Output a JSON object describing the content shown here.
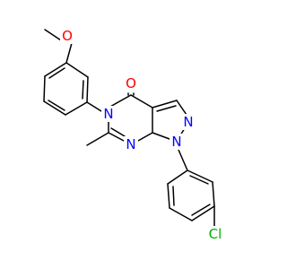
{
  "molecule": {
    "atoms": [
      {
        "id": "methoxy-oxygen",
        "symbol": "O",
        "color": "#ff0000"
      },
      {
        "id": "carbonyl-oxygen",
        "symbol": "O",
        "color": "#ff0000"
      },
      {
        "id": "n5",
        "symbol": "N",
        "color": "#0000ff"
      },
      {
        "id": "n7",
        "symbol": "N",
        "color": "#0000ff"
      },
      {
        "id": "n2",
        "symbol": "N",
        "color": "#0000ff"
      },
      {
        "id": "n1",
        "symbol": "N",
        "color": "#0000ff"
      },
      {
        "id": "chlorine",
        "symbol": "Cl",
        "color": "#00b000"
      }
    ],
    "bond_color": "#000000"
  }
}
